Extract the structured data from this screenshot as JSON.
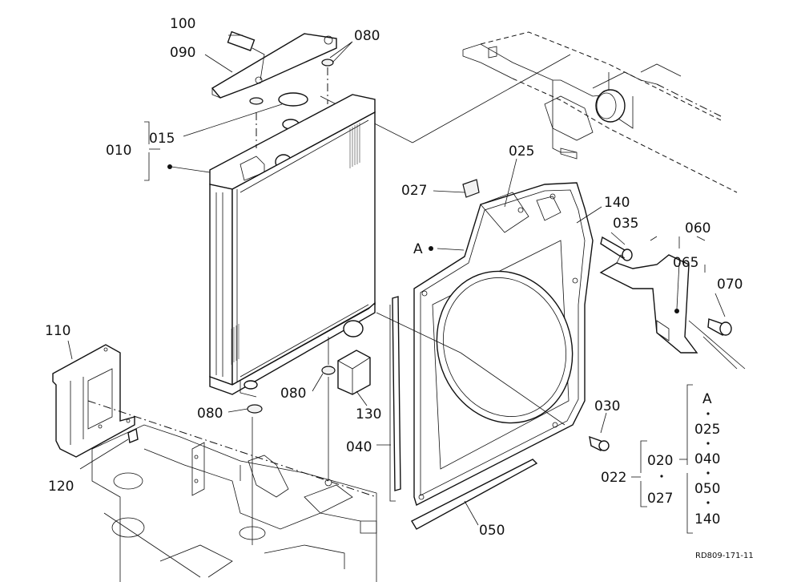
{
  "callouts": {
    "c100": "100",
    "c090": "090",
    "c080_top": "080",
    "c015": "015",
    "c010": "010",
    "c025": "025",
    "c027": "027",
    "c140": "140",
    "c035": "035",
    "c060": "060",
    "c065": "065",
    "c070": "070",
    "cA": "A",
    "c110": "110",
    "c120": "120",
    "c080_mid": "080",
    "c080_low": "080",
    "c130": "130",
    "c040": "040",
    "c030": "030",
    "c050": "050",
    "c022": "022",
    "c020": "020",
    "c027b": "027"
  },
  "legend_stack": {
    "items": [
      "A",
      "025",
      "040",
      "050",
      "140"
    ]
  },
  "drawing_number": "RD809-171-11"
}
